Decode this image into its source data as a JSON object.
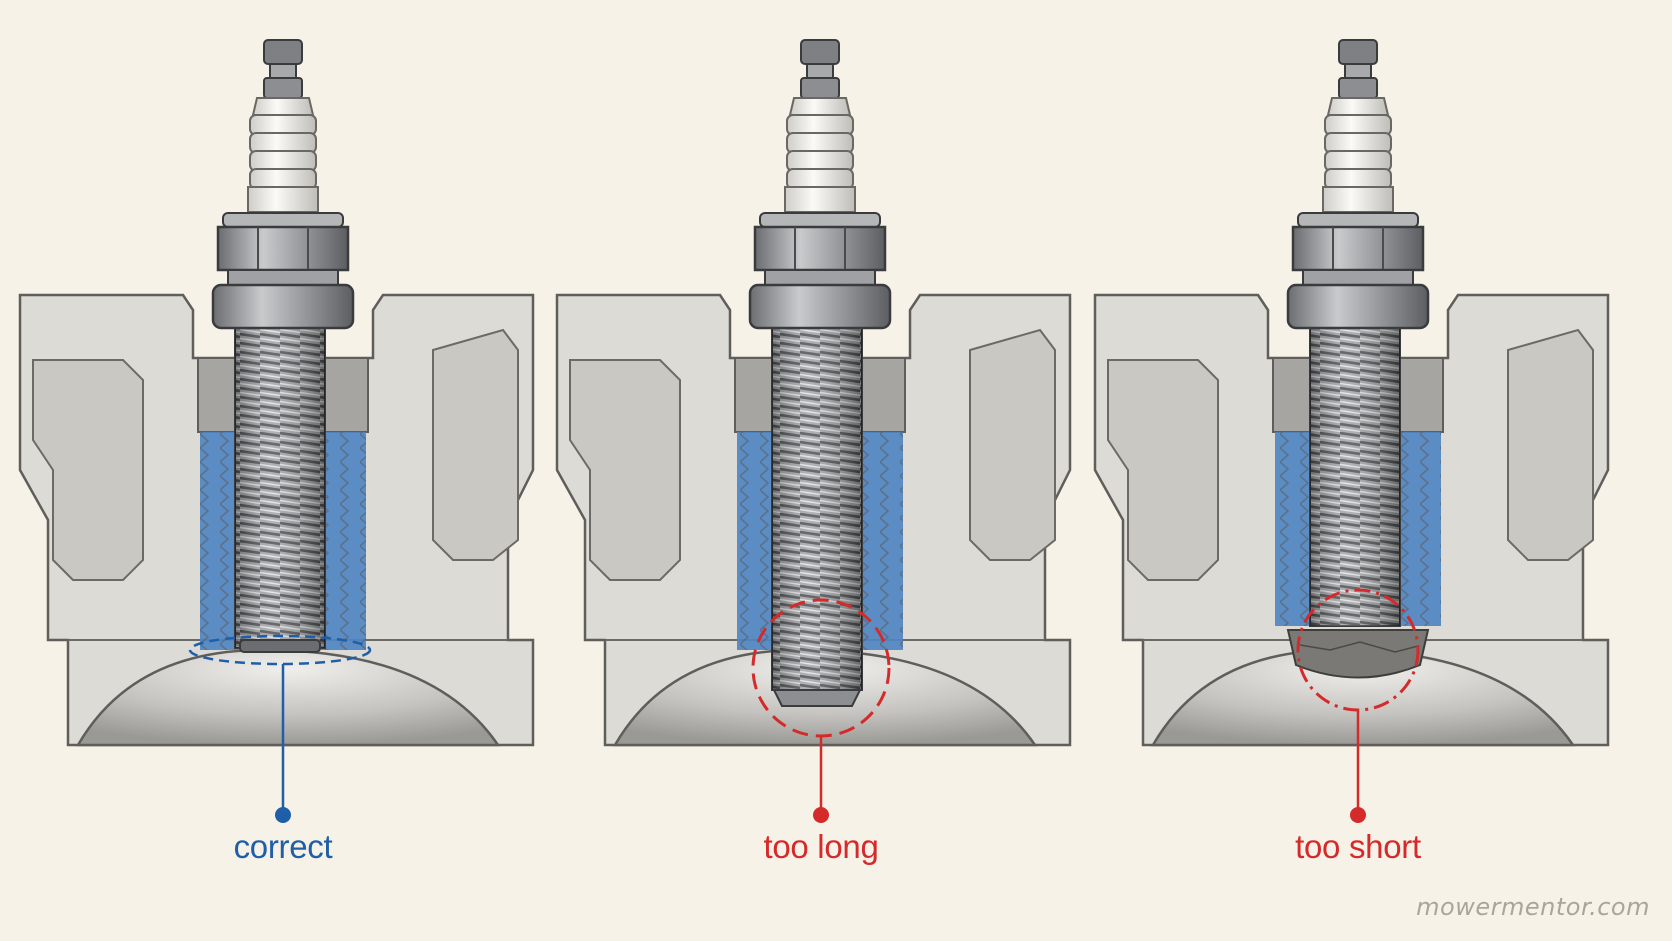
{
  "colors": {
    "background": "#f7f2e8",
    "correct_accent": "#1f5fa8",
    "error_accent": "#d42a2a",
    "engagement_fill": "#4f86c2",
    "metal": "#8f9194",
    "casting": "#d9d8d3"
  },
  "panels": [
    {
      "id": "correct",
      "label": "correct",
      "status": "correct"
    },
    {
      "id": "too-long",
      "label": "too long",
      "status": "error"
    },
    {
      "id": "too-short",
      "label": "too short",
      "status": "error"
    }
  ],
  "watermark": "mowermentor.com"
}
